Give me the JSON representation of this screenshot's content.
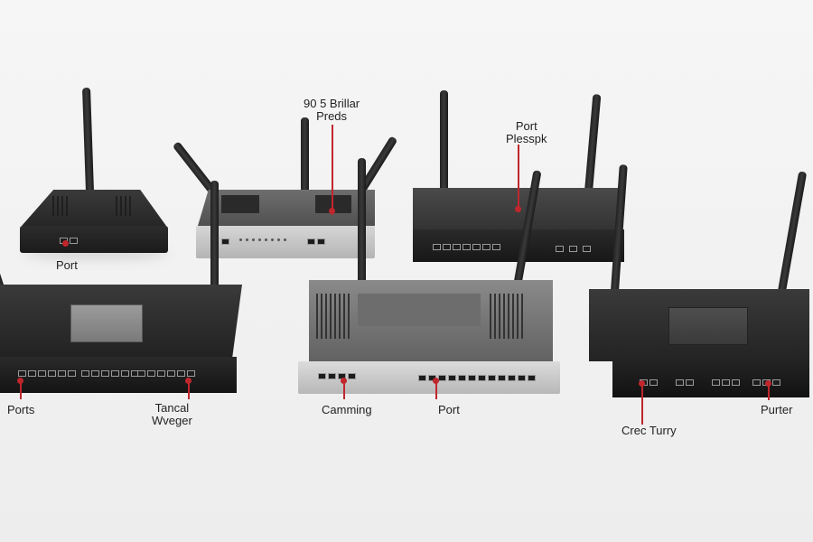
{
  "labels": {
    "port_left_top": "Port",
    "brillar_preds": "90 5 Brillar\nPreds",
    "port_plesspk": "Port\nPlesspk",
    "ports": "Ports",
    "tancal_wveger": "Tancal\nWveger",
    "camming": "Camming",
    "port_center": "Port",
    "crec_turry": "Crec Turry",
    "purter": "Purter"
  },
  "colors": {
    "background": "#efefef",
    "router_body": "#2b2b2b",
    "router_silver": "#bdbdbd",
    "callout": "#c0262c"
  }
}
